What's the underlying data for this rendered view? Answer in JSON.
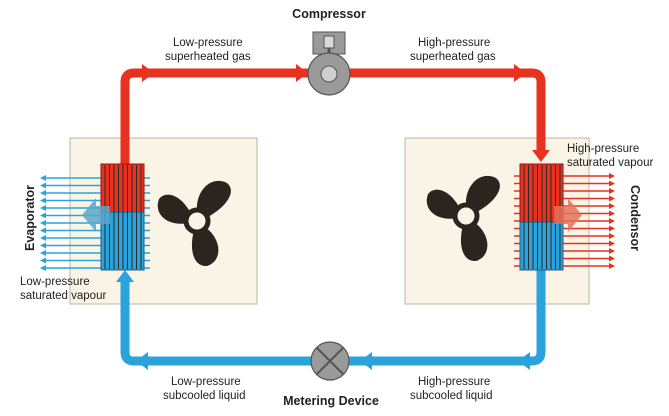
{
  "components": {
    "compressor": "Compressor",
    "metering_device": "Metering Device",
    "evaporator": "Evaporator",
    "condensor": "Condensor"
  },
  "states": {
    "top_left": [
      "Low-pressure",
      "superheated gas"
    ],
    "top_right": [
      "High-pressure",
      "superheated gas"
    ],
    "cond_inlet": [
      "High-pressure",
      "saturated vapour"
    ],
    "evap_outlet": [
      "Low-pressure",
      "saturated vapour"
    ],
    "bottom_left": [
      "Low-pressure",
      "subcooled liquid"
    ],
    "bottom_right": [
      "High-pressure",
      "subcooled liquid"
    ]
  },
  "colors": {
    "hot": "#e8321f",
    "cold": "#2aa3dc",
    "panel": "#faf4e6",
    "fan": "#2b2520",
    "machine": "#9a9a9a"
  },
  "icons": [
    "compressor-icon",
    "fan-icon",
    "coil-icon",
    "expansion-valve-icon",
    "flow-arrow-icon"
  ]
}
